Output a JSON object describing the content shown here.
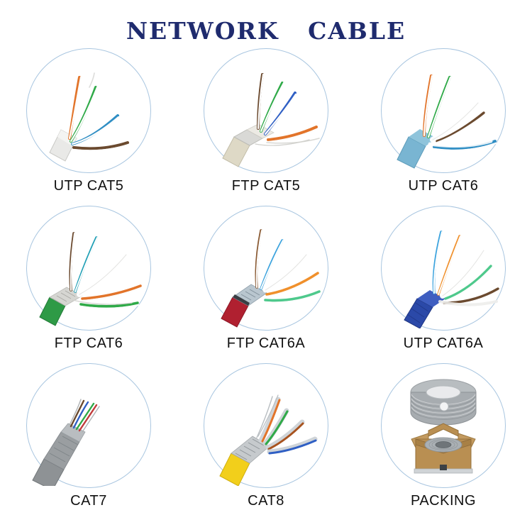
{
  "header": {
    "title": "NETWORK   CABLE",
    "title_color": "#1f2b6e"
  },
  "theme": {
    "background": "#ffffff",
    "circle_border": "#a9c6e0",
    "label_color": "#111111"
  },
  "products": [
    {
      "label": "UTP CAT5",
      "icon": "cable-utp-cat5",
      "jacket_color": "#e8e8e6",
      "pair_colors": [
        "#e2742a",
        "#2faa48",
        "#2f8ec4",
        "#6b4a2f"
      ],
      "shielded": false,
      "description": "Unshielded twisted pair, white jacket, four fanned pairs"
    },
    {
      "label": "FTP CAT5",
      "icon": "cable-ftp-cat5",
      "jacket_color": "#ded9c6",
      "pair_colors": [
        "#6b4a2f",
        "#2faa48",
        "#2f5fc4",
        "#e2742a"
      ],
      "shielded": true,
      "description": "Foiled twisted pair, beige jacket with silver foil shield"
    },
    {
      "label": "UTP CAT6",
      "icon": "cable-utp-cat6",
      "jacket_color": "#79b5d2",
      "pair_colors": [
        "#e2742a",
        "#2faa48",
        "#6b4a2f",
        "#2f8ec4"
      ],
      "shielded": false,
      "description": "Unshielded twisted pair, light blue jacket with white cross filler"
    },
    {
      "label": "FTP CAT6",
      "icon": "cable-ftp-cat6",
      "jacket_color": "#2e9a46",
      "pair_colors": [
        "#6b4a2f",
        "#1f9fb5",
        "#e2742a",
        "#2faa48"
      ],
      "shielded": true,
      "description": "Foiled twisted pair, green jacket with foil shield and white spine"
    },
    {
      "label": "FTP CAT6A",
      "icon": "cable-ftp-cat6a",
      "jacket_color": "#b02030",
      "pair_colors": [
        "#8a5a33",
        "#3ba3de",
        "#f0902c",
        "#4ec98c"
      ],
      "shielded": true,
      "description": "Foiled twisted pair, red jacket with braided foil shield"
    },
    {
      "label": "UTP CAT6A",
      "icon": "cable-utp-cat6a",
      "jacket_color": "#2b49a8",
      "pair_colors": [
        "#3ba3de",
        "#f0902c",
        "#4ec98c",
        "#6b4a2f"
      ],
      "shielded": false,
      "description": "Unshielded twisted pair, blue jacket with white spine"
    },
    {
      "label": "CAT7",
      "icon": "cable-cat7",
      "jacket_color": "#8e9295",
      "pair_colors": [
        "#6b4a2f",
        "#2f5fc4",
        "#2faa48",
        "#c03a3a"
      ],
      "shielded": true,
      "description": "Gray jacket with braided shield and fine conductors"
    },
    {
      "label": "CAT8",
      "icon": "cable-cat8",
      "jacket_color": "#f2cf1b",
      "pair_colors": [
        "#e2742a",
        "#2faa48",
        "#a8531f",
        "#2f5fc4"
      ],
      "shielded": true,
      "description": "Yellow jacket with individually foil shielded pairs and braid"
    },
    {
      "label": "PACKING",
      "icon": "packing-coil-and-box",
      "jacket_color": "#9aa0a4",
      "box_color": "#b08a52",
      "shielded": false,
      "description": "Cable coil above an open kraft carton containing a coil"
    }
  ]
}
